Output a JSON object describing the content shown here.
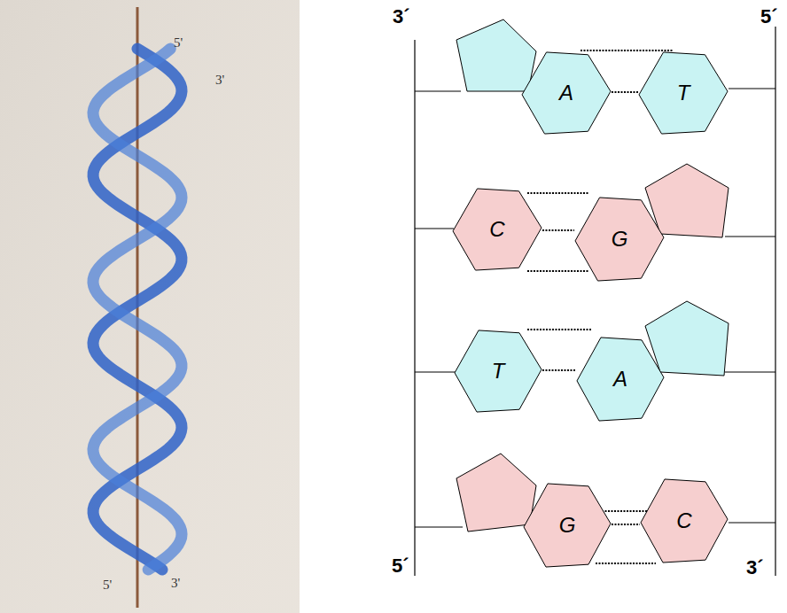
{
  "diagram": {
    "nodes": [
      {
        "text": [
          "A"
        ]
      },
      {
        "text": [
          "T"
        ]
      },
      {
        "text": [
          "C"
        ]
      },
      {
        "text": [
          "G"
        ]
      },
      {
        "text": [
          "T"
        ]
      },
      {
        "text": [
          "A"
        ]
      },
      {
        "text": [
          "G"
        ]
      },
      {
        "text": [
          "C"
        ]
      }
    ],
    "edges": [
      {
        "from": 0,
        "to": 1,
        "arrow": "none"
      },
      {
        "from": 0,
        "to": 1,
        "arrow": "none"
      },
      {
        "from": 2,
        "to": 3,
        "arrow": "none"
      },
      {
        "from": 2,
        "to": 3,
        "arrow": "none"
      },
      {
        "from": 2,
        "to": 3,
        "arrow": "none"
      },
      {
        "from": 4,
        "to": 5,
        "arrow": "none"
      },
      {
        "from": 4,
        "to": 5,
        "arrow": "none"
      },
      {
        "from": 6,
        "to": 7,
        "arrow": "none"
      },
      {
        "from": 6,
        "to": 7,
        "arrow": "none"
      },
      {
        "from": 6,
        "to": 7,
        "arrow": "none"
      }
    ],
    "labels": [
      "5'",
      "3'",
      "5'",
      "3'",
      "3´",
      "5´",
      "5´",
      "3´"
    ]
  }
}
